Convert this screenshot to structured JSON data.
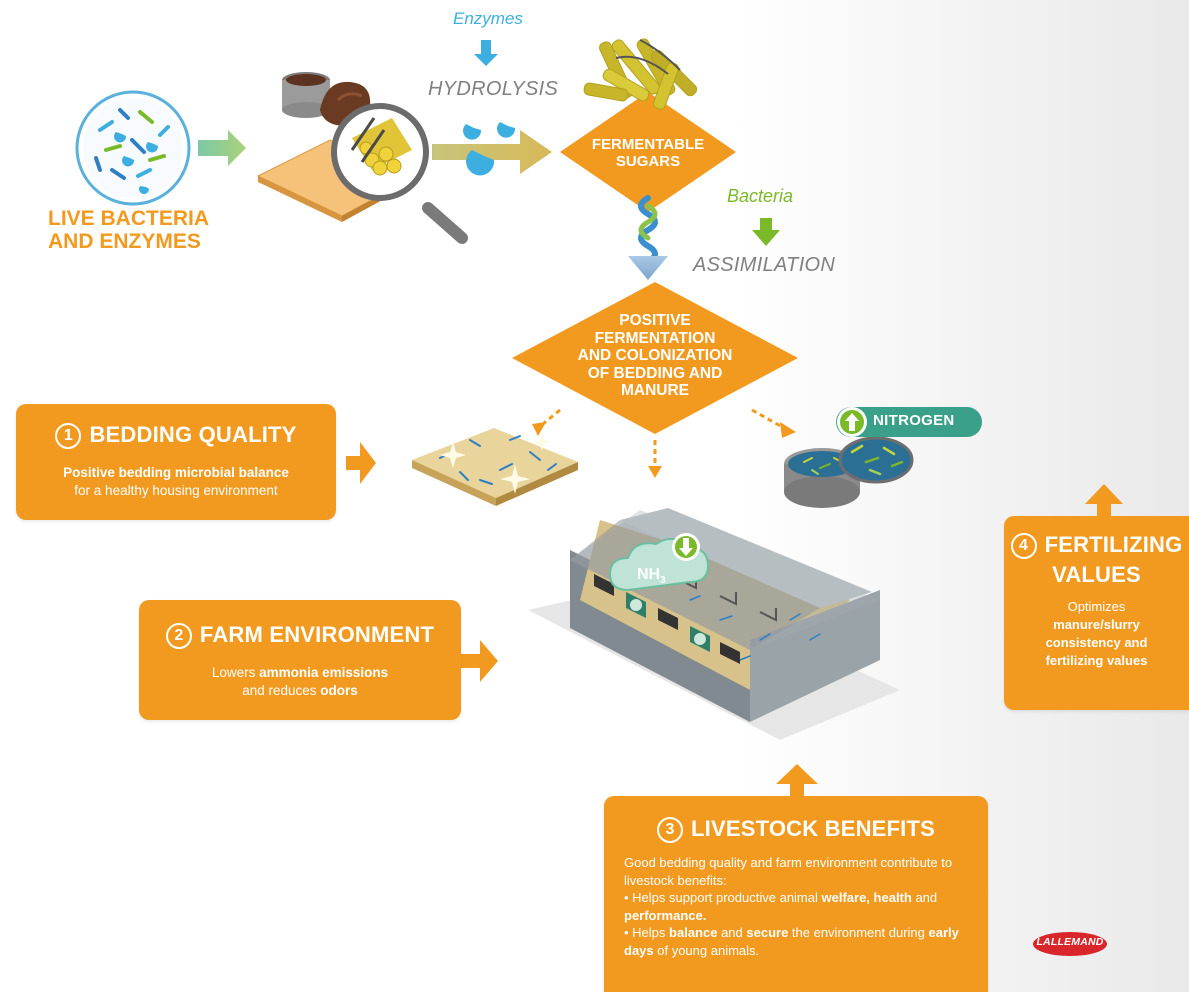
{
  "top": {
    "live_bacteria": "LIVE BACTERIA\nAND ENZYMES",
    "enzymes": "Enzymes",
    "hydrolysis": "HYDROLYSIS",
    "fermentable_sugars": "FERMENTABLE\nSUGARS",
    "bacteria": "Bacteria",
    "assimilation": "ASSIMILATION",
    "positive_fermentation": "POSITIVE\nFERMENTATION\nAND COLONIZATION\nOF BEDDING AND\nMANURE",
    "nitrogen": "NITROGEN",
    "nh3": "NH",
    "nh3_sub": "3"
  },
  "boxes": {
    "bedding": {
      "number": "1",
      "title": "BEDDING QUALITY",
      "line1_bold": "Positive bedding microbial balance",
      "line2": "for a healthy housing environment"
    },
    "farm": {
      "number": "2",
      "title": "FARM ENVIRONMENT",
      "line1_pre": "Lowers ",
      "line1_bold": "ammonia emissions",
      "line2_pre": "and reduces ",
      "line2_bold": "odors"
    },
    "livestock": {
      "number": "3",
      "title": "LIVESTOCK BENEFITS",
      "intro": "Good bedding quality and farm environment contribute to livestock benefits:",
      "b1_pre": "Helps support productive animal ",
      "b1_bold1": "welfare,",
      "b1_bold2": "health",
      "b1_mid": " and ",
      "b1_bold3": "performance.",
      "b2_pre": "Helps ",
      "b2_bold1": "balance",
      "b2_mid1": " and ",
      "b2_bold2": "secure",
      "b2_mid2": " the environment during ",
      "b2_bold3": "early days",
      "b2_post": " of young animals."
    },
    "fertilizing": {
      "number": "4",
      "title1": "FERTILIZING",
      "title2": "VALUES",
      "line1": "Optimizes",
      "bold1": "manure/slurry",
      "bold2": "consistency and",
      "bold3": "fertilizing values"
    }
  },
  "brand": {
    "logo_text": "LALLEMAND"
  },
  "colors": {
    "orange": "#f29a1f",
    "green": "#7ab928",
    "blue": "#3daee0",
    "grey_text": "#808080"
  }
}
